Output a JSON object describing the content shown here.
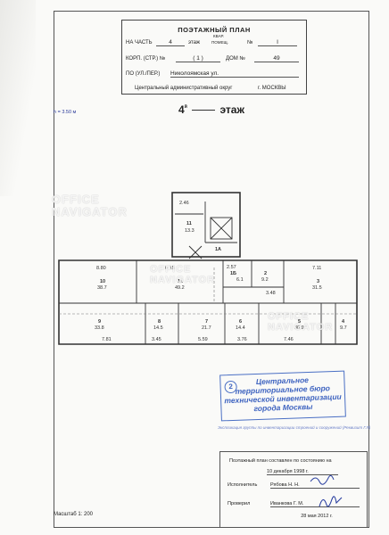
{
  "header": {
    "title": "ПОЭТАЖНЫЙ ПЛАН",
    "part_label": "НА ЧАСТЬ",
    "part_value": "4",
    "part_unit": "этаж",
    "apt_label_1": "КВАР.",
    "apt_label_2": "ПОМЕЩ.",
    "no_label": "№",
    "apt_value": "I",
    "building_label": "КОРП. (СТР.) №",
    "building_value": "( 1 )",
    "house_label": "ДОМ №",
    "house_value": "49",
    "street_label": "ПО (УЛ./ПЕР.)",
    "street_value": "Николоямская ул.",
    "district": "Центральный административный округ",
    "city": "г. МОСКВЫ"
  },
  "height_note": "h = 3.50 м",
  "floor": {
    "number": "4",
    "sup": "й",
    "label": "этаж"
  },
  "rooms": [
    {
      "id": "11",
      "area": "13.3",
      "extra": "2.46"
    },
    {
      "id": "1А",
      "area": ""
    },
    {
      "id": "10",
      "area": "38.7",
      "dim": "8.80"
    },
    {
      "id": "12",
      "area": "49.2",
      "dim": "6.15"
    },
    {
      "id": "1Б",
      "area": "6.1",
      "dim": "2.57"
    },
    {
      "id": "2",
      "area": "9.2",
      "dim": "3.48"
    },
    {
      "id": "3",
      "area": "31.5",
      "dim": "7.11"
    },
    {
      "id": "9",
      "area": "33.8",
      "dim": "7.81"
    },
    {
      "id": "8",
      "area": "14.5",
      "dim": "3.45"
    },
    {
      "id": "7",
      "area": "21.7",
      "dim": "5.59"
    },
    {
      "id": "6",
      "area": "14.4",
      "dim": "3.76"
    },
    {
      "id": "5",
      "area": "30.9",
      "dim": "7.46"
    },
    {
      "id": "4",
      "area": "9.7",
      "dim": ""
    }
  ],
  "stamp": {
    "number": "2",
    "lines": [
      "Центральное",
      "территориальное бюро",
      "технической инвентаризации",
      "города Москвы"
    ],
    "note": "Экспликация группы по инвентаризации строений и сооружений (Реквизит Г.Я)"
  },
  "footer": {
    "line1": "Поэтажный план составлен по состоянию на",
    "date1": "10 декабря 1998 г.",
    "executor_label": "Исполнитель",
    "executor": "Рябова Н. Н.",
    "checker_label": "Проверил",
    "checker": "Иванкова Г. М.",
    "date2": "28 мая 2012 г."
  },
  "scale": "Масштаб 1: 200",
  "watermark": [
    "OFFICE",
    "NAVIGATOR"
  ]
}
